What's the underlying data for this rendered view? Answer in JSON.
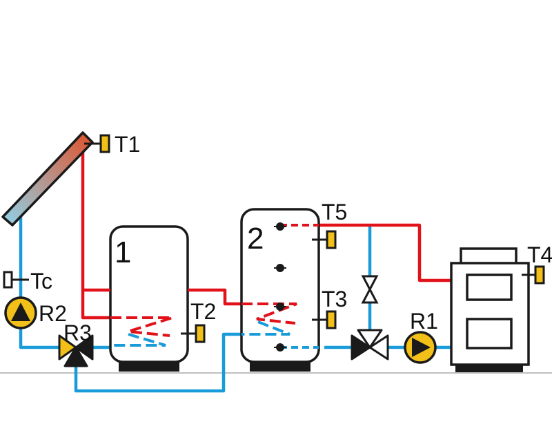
{
  "colors": {
    "hot": "#e1121a",
    "cold": "#199bd9",
    "outline": "#1a1a1a",
    "sensor": "#f2c018",
    "collector_top": "#e0522a",
    "collector_bottom": "#8fd3ea",
    "ground": "#aaaaaa"
  },
  "icons": [
    "solar-collector-icon",
    "temperature-sensor-icon",
    "pump-icon",
    "three-way-valve-icon",
    "check-valve-icon",
    "boiler-icon",
    "storage-tank-icon"
  ],
  "sensors": {
    "t1": "T1",
    "tc": "Tc",
    "t2": "T2",
    "t3": "T3",
    "t4": "T4",
    "t5": "T5"
  },
  "pumps": {
    "r1": "R1",
    "r2": "R2"
  },
  "valves": {
    "r3": "R3"
  },
  "tanks": {
    "tank1": "1",
    "tank2": "2"
  }
}
